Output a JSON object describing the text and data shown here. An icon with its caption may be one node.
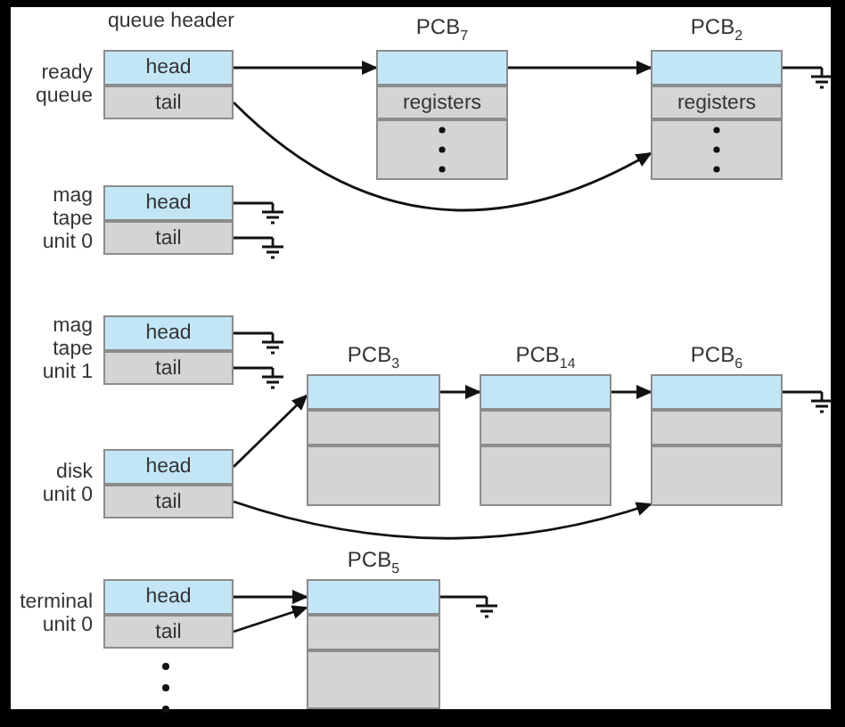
{
  "diagram": {
    "nodes": [
      {
        "text": [
          "ready queue"
        ]
      },
      {
        "text": [
          "head"
        ],
        "in": 0
      },
      {
        "text": [
          "tail"
        ],
        "in": 0
      },
      {
        "text": [
          "PCB$_{7}$"
        ]
      },
      {
        "text": [],
        "shape": "box",
        "in": 3
      },
      {
        "text": [
          "registers"
        ],
        "in": 3
      },
      {
        "text": [],
        "shape": "box",
        "in": 3
      },
      {
        "text": [
          "PCB$_{2}$"
        ]
      },
      {
        "text": [],
        "shape": "box",
        "in": 7
      },
      {
        "text": [
          "registers"
        ],
        "in": 7
      },
      {
        "text": [],
        "shape": "box",
        "in": 7
      },
      {
        "text": [
          "mag tape unit 0"
        ]
      },
      {
        "text": [
          "head"
        ],
        "in": 11
      },
      {
        "text": [
          "tail"
        ],
        "in": 11
      },
      {
        "text": [
          "mag tape unit 1"
        ]
      },
      {
        "text": [
          "head"
        ],
        "in": 14
      },
      {
        "text": [
          "tail"
        ],
        "in": 14
      },
      {
        "text": [
          "PCB$_{3}$"
        ]
      },
      {
        "text": [],
        "shape": "box",
        "in": 17
      },
      {
        "text": [],
        "shape": "box",
        "in": 17
      },
      {
        "text": [],
        "shape": "box",
        "in": 17
      },
      {
        "text": [
          "PCB$_{14}$"
        ]
      },
      {
        "text": [],
        "shape": "box",
        "in": 21
      },
      {
        "text": [],
        "shape": "box",
        "in": 21
      },
      {
        "text": [],
        "shape": "box",
        "in": 21
      },
      {
        "text": [
          "PCB$_{6}$"
        ]
      },
      {
        "text": [],
        "shape": "box",
        "in": 25
      },
      {
        "text": [],
        "shape": "box",
        "in": 25
      },
      {
        "text": [],
        "shape": "box",
        "in": 25
      },
      {
        "text": [
          "disk unit 0"
        ]
      },
      {
        "text": [
          "head"
        ],
        "in": 29
      },
      {
        "text": [
          "tail"
        ],
        "in": 29
      },
      {
        "text": [
          "PCB$_{5}$"
        ]
      },
      {
        "text": [],
        "shape": "box",
        "in": 32
      },
      {
        "text": [],
        "shape": "box",
        "in": 32
      },
      {
        "text": [],
        "shape": "box",
        "in": 32
      },
      {
        "text": [
          "terminal unit 0"
        ]
      },
      {
        "text": [
          "head"
        ],
        "in": 36
      },
      {
        "text": [
          "tail"
        ],
        "in": 36
      }
    ],
    "edges": [
      {
        "from": 1,
        "to": 3,
        "arrow": "to"
      },
      {
        "from": 4,
        "to": 7,
        "arrow": "to"
      },
      {
        "from": 8,
        "to": null,
        "arrow": "other"
      },
      {
        "from": 2,
        "to": 7,
        "arrow": "to"
      },
      {
        "from": 12,
        "to": null,
        "arrow": "other"
      },
      {
        "from": 13,
        "to": null,
        "arrow": "other"
      },
      {
        "from": 15,
        "to": null,
        "arrow": "other"
      },
      {
        "from": 16,
        "to": null,
        "arrow": "other"
      },
      {
        "from": 30,
        "to": 17,
        "arrow": "to"
      },
      {
        "from": 18,
        "to": 21,
        "arrow": "to"
      },
      {
        "from": 22,
        "to": 25,
        "arrow": "to"
      },
      {
        "from": 26,
        "to": null,
        "arrow": "other"
      },
      {
        "from": 31,
        "to": 25,
        "arrow": "to"
      },
      {
        "from": 37,
        "to": 32,
        "arrow": "to"
      },
      {
        "from": 38,
        "to": 32,
        "arrow": "to"
      },
      {
        "from": 33,
        "to": null,
        "arrow": "other"
      }
    ],
    "labels": [
      "queue header"
    ]
  }
}
